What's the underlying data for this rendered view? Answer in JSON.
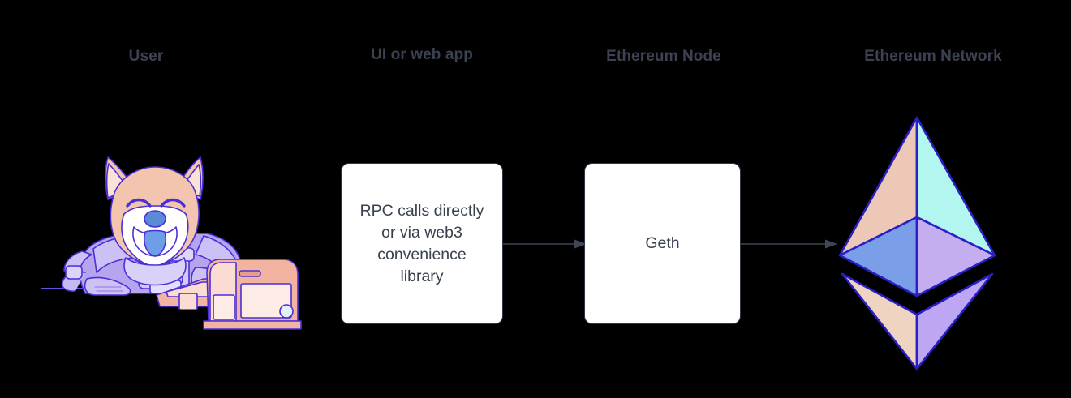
{
  "diagram": {
    "background_color": "#000000",
    "title_color": "#3c4251",
    "columns": [
      {
        "id": "user",
        "label": "User"
      },
      {
        "id": "ui",
        "label": "UI or web app"
      },
      {
        "id": "node",
        "label": "Ethereum Node"
      },
      {
        "id": "network",
        "label": "Ethereum Network"
      }
    ],
    "nodes": [
      {
        "id": "rpc",
        "type": "process-box",
        "text": "RPC calls directly\nor via web3\nconvenience\nlibrary",
        "fill": "#ffffff",
        "border_color": "#2f3545"
      },
      {
        "id": "geth",
        "type": "process-box",
        "text": "Geth",
        "fill": "#ffffff",
        "border_color": "#2f3545"
      }
    ],
    "edges": [
      {
        "id": "edge-rpc-geth",
        "from": "rpc",
        "to": "geth",
        "style": "solid-arrow",
        "color": "#3f4657"
      },
      {
        "id": "edge-geth-network",
        "from": "geth",
        "to": "network",
        "style": "solid-arrow",
        "color": "#3f4657"
      }
    ],
    "illustrations": [
      {
        "id": "mascot",
        "name": "shiba-inu-at-computer",
        "colors": {
          "fur": "#f3c4ae",
          "muzzle": "#ffffff",
          "nose": "#5b8ad6",
          "tongue": "#6f9ee8",
          "suit": "#b6a4ee",
          "suit_light": "#d3c8f6",
          "computer": "#f2b3a0",
          "computer_light": "#fadcd2",
          "outline": "#4b2fd6"
        }
      },
      {
        "id": "eth-logo",
        "name": "ethereum-diamond-logo",
        "colors": {
          "top_left": "#edc8b6",
          "top_right": "#b3f5ef",
          "mid_left": "#7b9ee8",
          "mid_right": "#c5aef0",
          "bottom_left": "#f0d4c2",
          "bottom_right": "#bda7f2",
          "outline": "#2a1fc4"
        }
      }
    ]
  }
}
